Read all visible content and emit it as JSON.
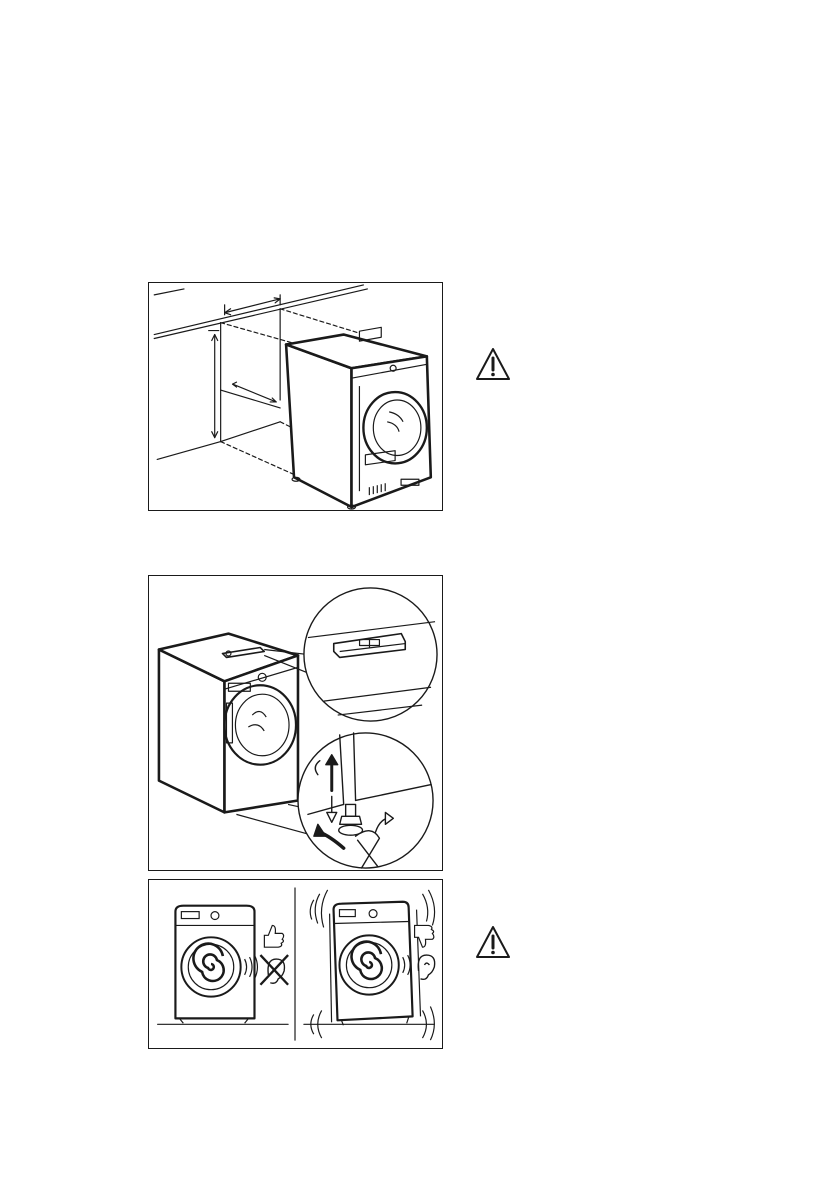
{
  "figures": [
    {
      "name": "installation-dimensions-figure",
      "icon": "dryer-dimension-illustration"
    },
    {
      "name": "leveling-feet-figure",
      "icon": "spirit-level-and-wrench-illustration"
    },
    {
      "name": "vibration-noise-figure",
      "icon": "level-vs-unlevel-dryer-illustration"
    }
  ],
  "warnings": [
    {
      "icon": "warning-triangle-icon"
    },
    {
      "icon": "warning-triangle-icon"
    }
  ]
}
